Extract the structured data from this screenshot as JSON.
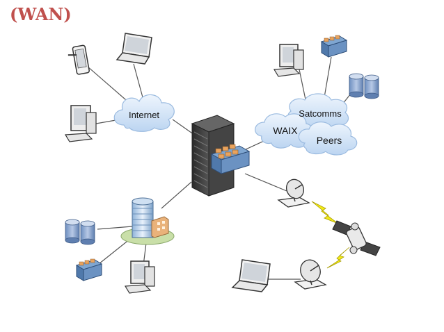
{
  "title": "(WAN)",
  "colors": {
    "title": "#C0504D",
    "cloud_fill": "#dbe9f8",
    "cloud_stroke": "#9bbbe0",
    "line": "#555555",
    "lightning": "#f2ea1a",
    "server": "#3b3b3b",
    "screen": "#cfd4da",
    "storage_body": "#5f7fb0",
    "switch_orange": "#e9a35d"
  },
  "clouds": {
    "internet": "Internet",
    "satcomms": "Satcomms",
    "waix": "WAIX",
    "peers": "Peers"
  },
  "icons": [
    "mobile-phone-icon",
    "laptop-icon",
    "desktop-computer-icon",
    "server-rack-icon",
    "network-switch-icon",
    "database-storage-icon",
    "office-building-icon",
    "satellite-dish-icon",
    "satellite-icon",
    "lightning-icon"
  ]
}
